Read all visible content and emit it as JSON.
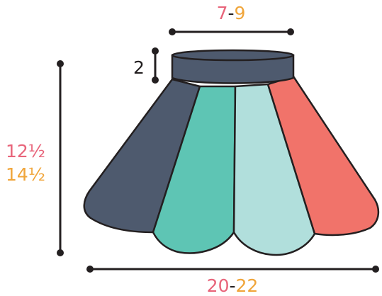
{
  "colors": {
    "outline": "#231f20",
    "panel_slate": "#4e5a6e",
    "panel_teal": "#5ec5b4",
    "panel_light_teal": "#b1dfdc",
    "panel_coral": "#f1736a",
    "band": "#4e5a6e",
    "size_a": "#e8647a",
    "size_b": "#f0a53a"
  },
  "top_width": {
    "a": "7",
    "sep": "-",
    "b": "9"
  },
  "band_height": {
    "value": "2"
  },
  "height": {
    "a": "12½",
    "b": "14½"
  },
  "bottom_width": {
    "a": "20",
    "sep": "-",
    "b": "22"
  }
}
